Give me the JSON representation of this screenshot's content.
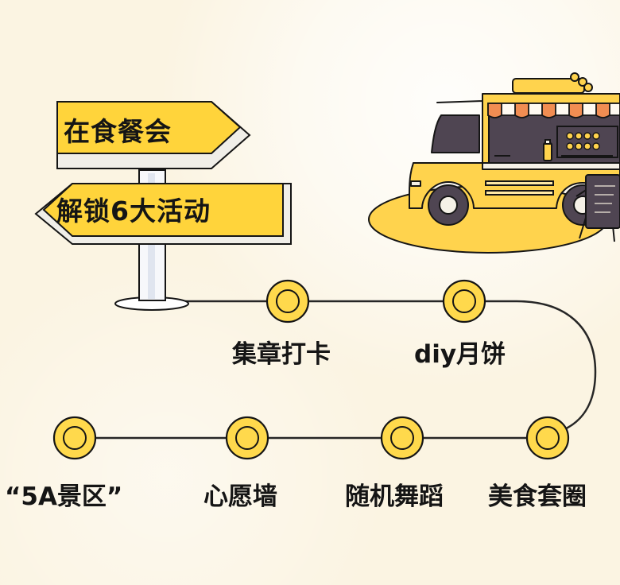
{
  "signpost": {
    "top_label": "在食餐会",
    "bottom_label": "解锁6大活动"
  },
  "stops": [
    {
      "label": "集章打卡"
    },
    {
      "label": "diy月饼"
    },
    {
      "label": "美食套圈"
    },
    {
      "label": "随机舞蹈"
    },
    {
      "label": "心愿墙"
    },
    {
      "label": "“5A景区”"
    }
  ],
  "colors": {
    "background": "#fbf4e2",
    "primary_yellow": "#ffd94c",
    "outline": "#151515",
    "path": "#262626",
    "sign_yellow": "#ffd43b",
    "truck_yellow": "#ffd34d",
    "window_dark": "#4f4552",
    "awning_orange": "#f18d52"
  },
  "icons": [
    "signpost-icon",
    "food-truck-icon",
    "menu-board-icon",
    "route-node-icon"
  ]
}
